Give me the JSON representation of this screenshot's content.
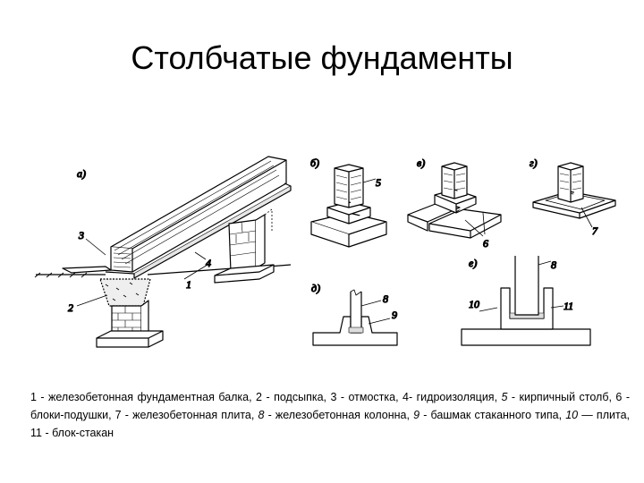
{
  "slide": {
    "title": "Столбчатые фундаменты"
  },
  "figure": {
    "panel_letters": {
      "a": "а)",
      "b": "б)",
      "v": "в)",
      "g": "г)",
      "d": "д)",
      "e": "е)"
    },
    "callouts": {
      "n1": "1",
      "n2": "2",
      "n3": "3",
      "n4": "4",
      "n5": "5",
      "n6": "6",
      "n7": "7",
      "n8a": "8",
      "n8b": "8",
      "n9": "9",
      "n10": "10",
      "n11": "11"
    }
  },
  "caption": {
    "p1": "1 - железобетонная фундаментная балка, 2 - подсыпка, 3 - отмостка, 4- гидроизоляция, ",
    "p2": "5",
    "p3": " - кирпичный столб, 6 - блоки-подушки, 7 - железобетонная плита, ",
    "p4": "8",
    "p5": " - железобетонная колонна, ",
    "p6": "9",
    "p7": " - башмак стаканного типа, ",
    "p8": "10",
    "p9": " — плита, 11 - блок-стакан"
  }
}
